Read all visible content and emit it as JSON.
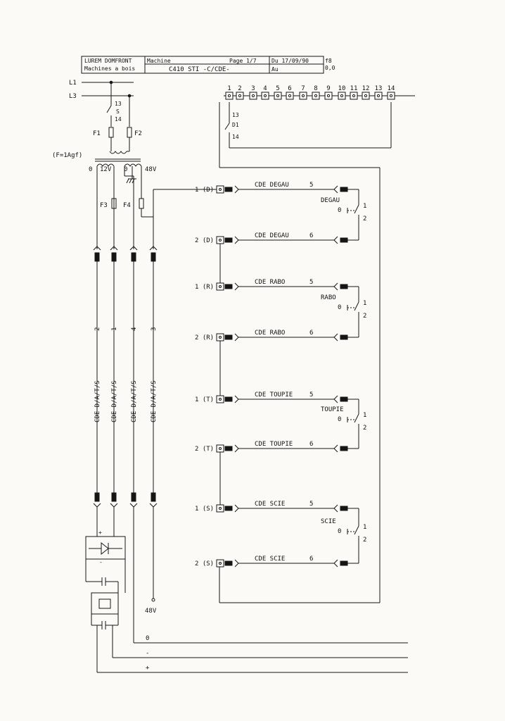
{
  "title_block": {
    "company": "LUREM DOMFRONT",
    "subtitle": "Machines a bois",
    "machine_label": "Machine",
    "page": "Page 1/7",
    "machine": "C410 STI -C/CDE-",
    "date_from": "Du 17/09/90",
    "date_to": "Au",
    "ref": "f8",
    "rev": "0,0"
  },
  "supply": {
    "l1": "L1",
    "l3": "L3",
    "s_top": "13",
    "s_label": "S",
    "s_bot": "14",
    "f1": "F1",
    "f2": "F2",
    "fuse_rating": "(F=1Agf)",
    "sec_zero": "0",
    "sec_12v": "12V",
    "sec_zero2": "0",
    "sec_48v": "48V",
    "f3": "F3",
    "f4": "F4"
  },
  "terminal_numbers": [
    "1",
    "2",
    "3",
    "4",
    "5",
    "6",
    "7",
    "8",
    "9",
    "10",
    "11",
    "12",
    "13",
    "14"
  ],
  "d1": {
    "top": "13",
    "label": "D1",
    "bot": "14"
  },
  "circuits": [
    {
      "name": "DEGAU",
      "in_label": "1 (D)",
      "out_label": "2 (D)",
      "cde_in": "CDE DEGAU",
      "num_in": "5",
      "cde_out": "CDE DEGAU",
      "num_out": "6",
      "sw_left": "0",
      "sw_1": "1",
      "sw_2": "2"
    },
    {
      "name": "RABO",
      "in_label": "1 (R)",
      "out_label": "2 (R)",
      "cde_in": "CDE RABO",
      "num_in": "5",
      "cde_out": "CDE RABO",
      "num_out": "6",
      "sw_left": "0",
      "sw_1": "1",
      "sw_2": "2"
    },
    {
      "name": "TOUPIE",
      "in_label": "1 (T)",
      "out_label": "2 (T)",
      "cde_in": "CDE TOUPIE",
      "num_in": "5",
      "cde_out": "CDE TOUPIE",
      "num_out": "6",
      "sw_left": "0",
      "sw_1": "1",
      "sw_2": "2"
    },
    {
      "name": "SCIE",
      "in_label": "1 (S)",
      "out_label": "2 (S)",
      "cde_in": "CDE SCIE",
      "num_in": "5",
      "cde_out": "CDE SCIE",
      "num_out": "6",
      "sw_left": "0",
      "sw_1": "1",
      "sw_2": "2"
    }
  ],
  "vertical_cables": [
    {
      "label": "CDE D/A/T/S",
      "num": "2"
    },
    {
      "label": "CDE D/A/T/S",
      "num": "1"
    },
    {
      "label": "CDE D/A/T/S",
      "num": "4"
    },
    {
      "label": "CDE D/A/T/S",
      "num": "3"
    }
  ],
  "bridge": {
    "plus": "+",
    "minus": "-"
  },
  "outputs": {
    "v48": "48V",
    "zero": "0",
    "minus": "-",
    "plus": "+"
  }
}
